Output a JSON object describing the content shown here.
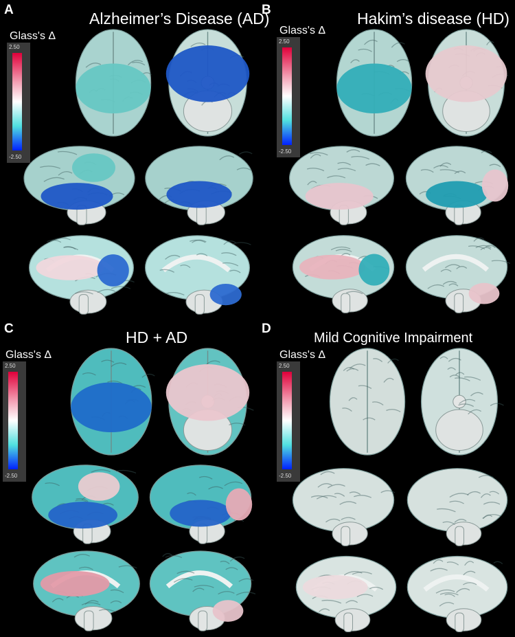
{
  "colorscale": {
    "title": "Glass's Δ",
    "max": "2.50",
    "min": "-2.50",
    "colors": [
      "#e0003a",
      "#f3a0b4",
      "#ffffff",
      "#50e0e0",
      "#0020ff"
    ]
  },
  "panels": [
    {
      "letter": "A",
      "title": "Alzheimer’s Disease (AD)",
      "views": [
        {
          "name": "dorsal",
          "fill": "#a9d3cf",
          "regions": [
            {
              "color": "#66c7c3"
            }
          ]
        },
        {
          "name": "ventral",
          "fill": "#c7ded9",
          "regions": [
            {
              "color": "#1f57c6"
            }
          ]
        },
        {
          "name": "lateral-left",
          "fill": "#a6d1cc",
          "regions": [
            {
              "color": "#1f57c6"
            },
            {
              "color": "#66c7c3"
            }
          ]
        },
        {
          "name": "lateral-right",
          "fill": "#a6d1cc",
          "regions": [
            {
              "color": "#1f57c6"
            }
          ]
        },
        {
          "name": "medial-left",
          "fill": "#b5e1de",
          "regions": [
            {
              "color": "#f0d7dc"
            },
            {
              "color": "#2d6ad0"
            }
          ]
        },
        {
          "name": "medial-right",
          "fill": "#b5e1de",
          "regions": [
            {
              "color": "#2d6ad0"
            }
          ]
        }
      ]
    },
    {
      "letter": "B",
      "title": "Hakim’s disease (HD)",
      "views": [
        {
          "name": "dorsal",
          "fill": "#b3d6d1",
          "regions": [
            {
              "color": "#33aeb8"
            }
          ]
        },
        {
          "name": "ventral",
          "fill": "#c8ddd9",
          "regions": [
            {
              "color": "#e7c9cf"
            }
          ]
        },
        {
          "name": "lateral-left",
          "fill": "#bcd8d4",
          "regions": [
            {
              "color": "#e7c5cd"
            }
          ]
        },
        {
          "name": "lateral-right",
          "fill": "#bcd8d4",
          "regions": [
            {
              "color": "#209db1"
            },
            {
              "color": "#e7c5cd"
            }
          ]
        },
        {
          "name": "medial-left",
          "fill": "#c3dcd8",
          "regions": [
            {
              "color": "#e8b3bd"
            },
            {
              "color": "#33aeb8"
            }
          ]
        },
        {
          "name": "medial-right",
          "fill": "#c3dcd8",
          "regions": [
            {
              "color": "#e8c3ca"
            }
          ]
        }
      ]
    },
    {
      "letter": "C",
      "title": "HD + AD",
      "views": [
        {
          "name": "dorsal",
          "fill": "#4fbcbd",
          "regions": [
            {
              "color": "#1f6cc9"
            }
          ]
        },
        {
          "name": "ventral",
          "fill": "#62c3c1",
          "regions": [
            {
              "color": "#eac6cd"
            }
          ]
        },
        {
          "name": "lateral-left",
          "fill": "#4fbcbd",
          "regions": [
            {
              "color": "#2464c8"
            },
            {
              "color": "#e9cbd0"
            }
          ]
        },
        {
          "name": "lateral-right",
          "fill": "#4fbcbd",
          "regions": [
            {
              "color": "#2464c8"
            },
            {
              "color": "#e6aab5"
            }
          ]
        },
        {
          "name": "medial-left",
          "fill": "#5fc3c1",
          "regions": [
            {
              "color": "#e39aa8"
            }
          ]
        },
        {
          "name": "medial-right",
          "fill": "#5fc3c1",
          "regions": [
            {
              "color": "#e7c3ca"
            }
          ]
        }
      ]
    },
    {
      "letter": "D",
      "title": "Mild Cognitive Impairment",
      "views": [
        {
          "name": "dorsal",
          "fill": "#d3dedb",
          "regions": []
        },
        {
          "name": "ventral",
          "fill": "#cfe0dd",
          "regions": []
        },
        {
          "name": "lateral-left",
          "fill": "#d6e1de",
          "regions": []
        },
        {
          "name": "lateral-right",
          "fill": "#d6e1de",
          "regions": []
        },
        {
          "name": "medial-left",
          "fill": "#d9e4e1",
          "regions": [
            {
              "color": "#ecdadd"
            }
          ]
        },
        {
          "name": "medial-right",
          "fill": "#d9e4e1",
          "regions": []
        }
      ]
    }
  ]
}
